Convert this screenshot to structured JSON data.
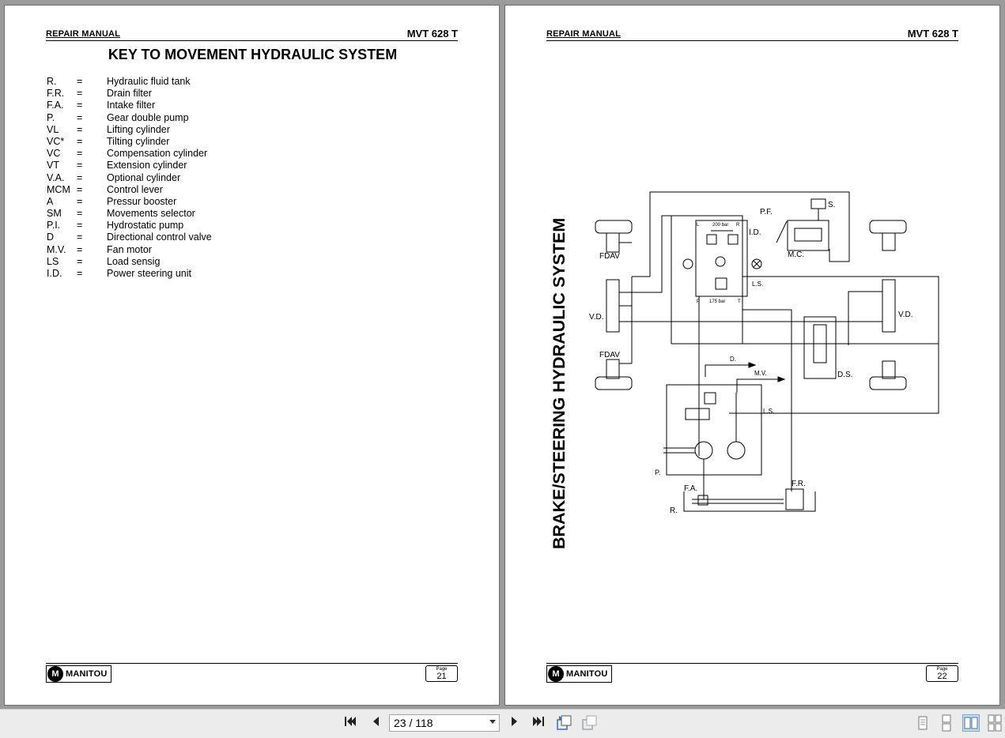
{
  "left_page": {
    "header_left": "REPAIR MANUAL",
    "header_right": "MVT 628 T",
    "title": "KEY TO MOVEMENT HYDRAULIC SYSTEM",
    "legend": [
      {
        "code": "R.",
        "eq": "=",
        "desc": "Hydraulic fluid tank"
      },
      {
        "code": "F.R.",
        "eq": "=",
        "desc": "Drain filter"
      },
      {
        "code": "F.A.",
        "eq": "=",
        "desc": "Intake filter"
      },
      {
        "code": "P.",
        "eq": "=",
        "desc": "Gear double pump"
      },
      {
        "code": "VL",
        "eq": "=",
        "desc": "Lifting cylinder"
      },
      {
        "code": "VC*",
        "eq": "=",
        "desc": "Tilting cylinder"
      },
      {
        "code": "VC",
        "eq": "=",
        "desc": "Compensation cylinder"
      },
      {
        "code": "VT",
        "eq": "=",
        "desc": "Extension cylinder"
      },
      {
        "code": "V.A.",
        "eq": "=",
        "desc": "Optional cylinder"
      },
      {
        "code": "MCM",
        "eq": "=",
        "desc": "Control lever"
      },
      {
        "code": "A",
        "eq": "=",
        "desc": "Pressur booster"
      },
      {
        "code": "SM",
        "eq": "=",
        "desc": "Movements selector"
      },
      {
        "code": "P.I.",
        "eq": "=",
        "desc": "Hydrostatic pump"
      },
      {
        "code": "D",
        "eq": "=",
        "desc": "Directional control valve"
      },
      {
        "code": "M.V.",
        "eq": "=",
        "desc": "Fan motor"
      },
      {
        "code": "LS",
        "eq": "=",
        "desc": "Load sensig"
      },
      {
        "code": "I.D.",
        "eq": "=",
        "desc": "Power steering unit"
      }
    ],
    "logo_text": "MANITOU",
    "page_label": "Page",
    "page_number": "21"
  },
  "right_page": {
    "header_left": "REPAIR MANUAL",
    "header_right": "MVT 628 T",
    "vertical_title": "BRAKE/STEERING HYDRAULIC SYSTEM",
    "diagram_labels": {
      "s": "S.",
      "pf": "P.F.",
      "id": "I.D.",
      "mc": "M.C.",
      "fdav_top": "FDAV",
      "fdav_bottom": "FDAV",
      "vd_left": "V.D.",
      "vd_right": "V.D.",
      "ls_top": "L.S.",
      "ls_bottom": "L.S.",
      "ds": "D.S.",
      "d": "D.",
      "mv": "M.V.",
      "p": "P.",
      "fa": "F.A.",
      "r": "R.",
      "fr": "F.R.",
      "bar200": "200 bar",
      "bar175": "175 bar",
      "port_l": "L",
      "port_r": "R",
      "port_p": "P",
      "port_t": "T"
    },
    "logo_text": "MANITOU",
    "page_label": "Page",
    "page_number": "22"
  },
  "toolbar": {
    "first_icon": "first-page-icon",
    "prev_icon": "previous-page-icon",
    "page_indicator": "23 / 118",
    "next_icon": "next-page-icon",
    "last_icon": "last-page-icon",
    "view_modes": [
      "single-page-icon",
      "continuous-icon",
      "two-page-icon",
      "two-page-continuous-icon"
    ],
    "active_view_mode": "two-page-icon",
    "colors": {
      "toolbar_bg": "#ececec",
      "active_bg": "#c6d9ef",
      "viewer_bg": "#9b9b9b"
    }
  }
}
